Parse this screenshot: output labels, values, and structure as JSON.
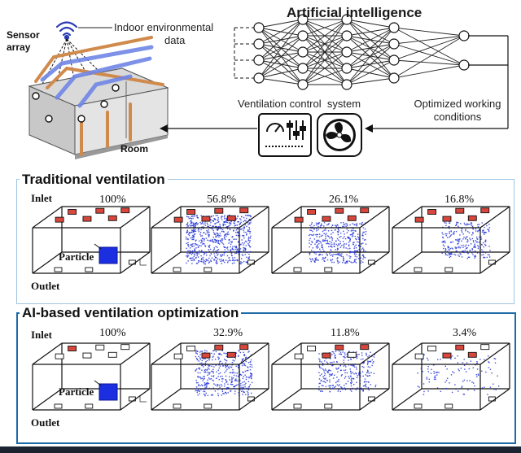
{
  "top": {
    "ai_title": "Artificial intelligence",
    "sensor_label_line1": "Sensor",
    "sensor_label_line2": "array",
    "indoor_line1": "Indoor environmental",
    "indoor_line2": "data",
    "vcs_label": "Ventilation control  system",
    "owc_line1": "Optimized working",
    "owc_line2": "conditions",
    "room_label": "Room"
  },
  "traditional": {
    "title": "Traditional ventilation",
    "percents": [
      "100%",
      "56.8%",
      "26.1%",
      "16.8%"
    ],
    "inlet": "Inlet",
    "particle": "Particle",
    "outlet": "Outlet"
  },
  "ai_based": {
    "title": "AI-based ventilation optimization",
    "percents": [
      "100%",
      "32.9%",
      "11.8%",
      "3.4%"
    ],
    "inlet": "Inlet",
    "particle": "Particle",
    "outlet": "Outlet"
  },
  "colors": {
    "panel1_border": "#9ec6e4",
    "panel2_border": "#1e6aa8",
    "particles": "#1f2fd6",
    "inlet_red": "#d9463c",
    "duct_orange": "#d08a4c",
    "duct_blue": "#6f86e6"
  }
}
